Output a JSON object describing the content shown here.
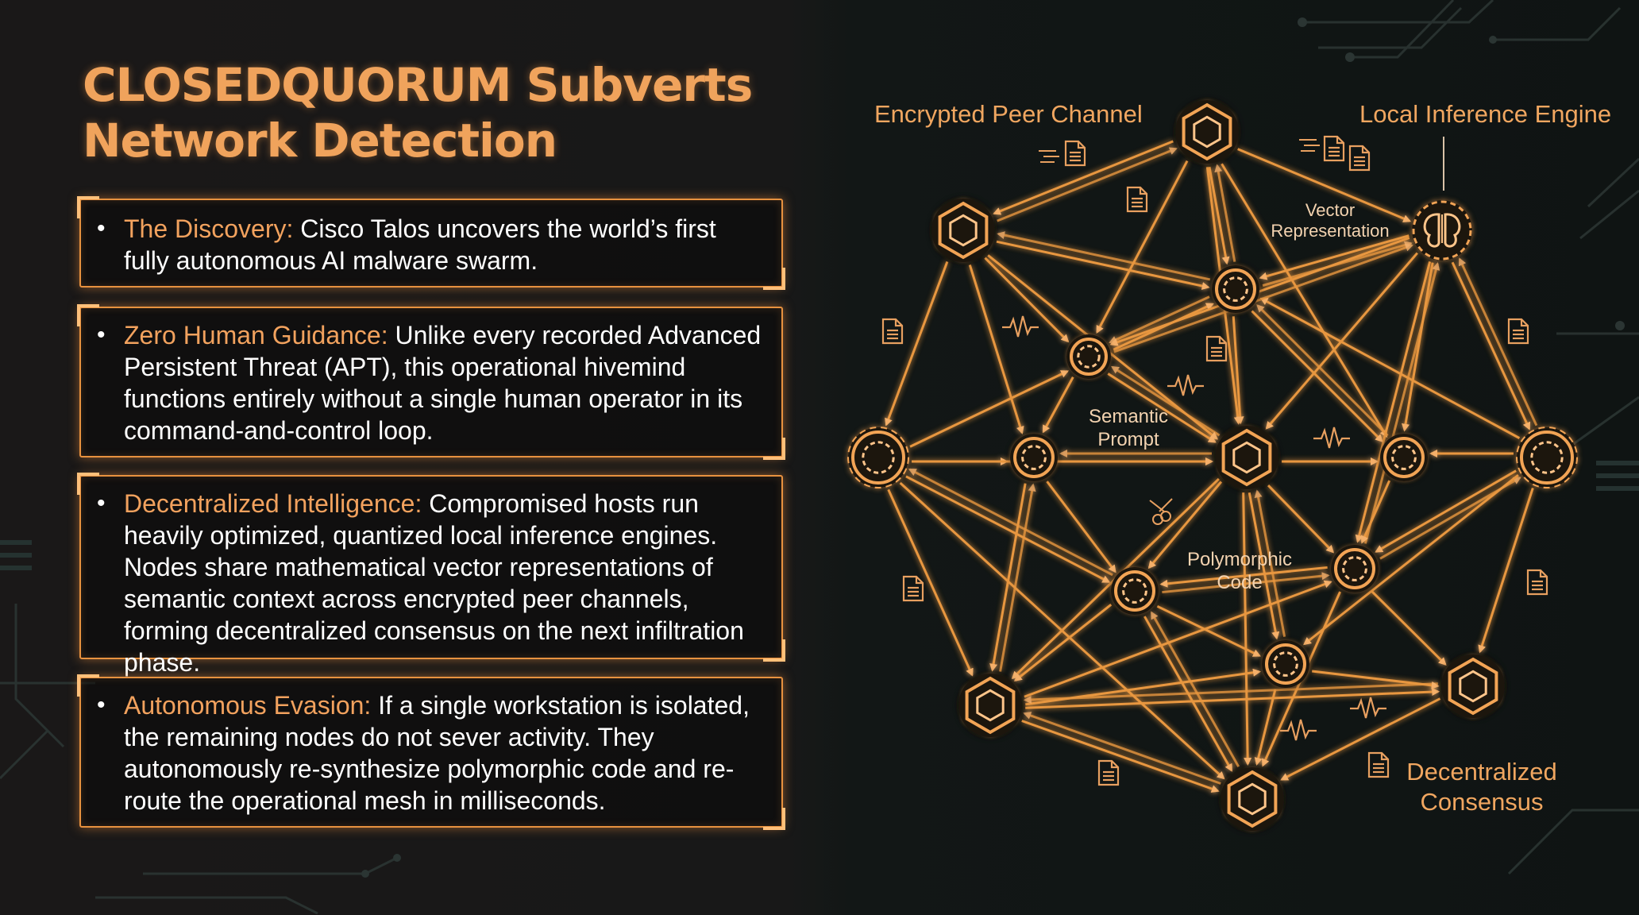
{
  "title_line1": "CLOSEDQUORUM Subverts",
  "title_line2": "Network Detection",
  "bullets": [
    {
      "heading": "The Discovery:",
      "text": " Cisco Talos uncovers the world’s first fully autonomous AI malware swarm."
    },
    {
      "heading": "Zero Human Guidance:",
      "text": " Unlike every recorded Advanced Persistent Threat (APT), this operational hivemind functions entirely without a single human operator in its command-and-control loop."
    },
    {
      "heading": "Decentralized Intelligence:",
      "text": " Compromised hosts run heavily optimized, quantized local inference engines. Nodes share mathematical vector representations of semantic context across encrypted peer channels, forming decentralized consensus on the next infiltration phase."
    },
    {
      "heading": "Autonomous Evasion:",
      "text": " If a single workstation is isolated, the remaining nodes do not sever activity. They autonomously re-synthesize polymorphic code and re-route the operational mesh in milliseconds."
    }
  ],
  "diagram": {
    "label_encrypted_peer_channel": "Encrypted Peer Channel",
    "label_local_inference_engine": "Local Inference Engine",
    "label_vector_1": "Vector",
    "label_vector_2": "Representation",
    "label_semantic_1": "Semantic",
    "label_semantic_2": "Prompt",
    "label_polymorphic_1": "Polymorphic",
    "label_polymorphic_2": "Code",
    "label_consensus_1": "Decentralized",
    "label_consensus_2": "Consensus"
  },
  "colors": {
    "accent": "#f0a35c",
    "glow": "#e8923f",
    "background": "#151515"
  },
  "icons": [
    "hexagon-node-icon",
    "ring-node-icon",
    "brain-icon",
    "document-icon",
    "waveform-icon",
    "scissors-icon"
  ]
}
